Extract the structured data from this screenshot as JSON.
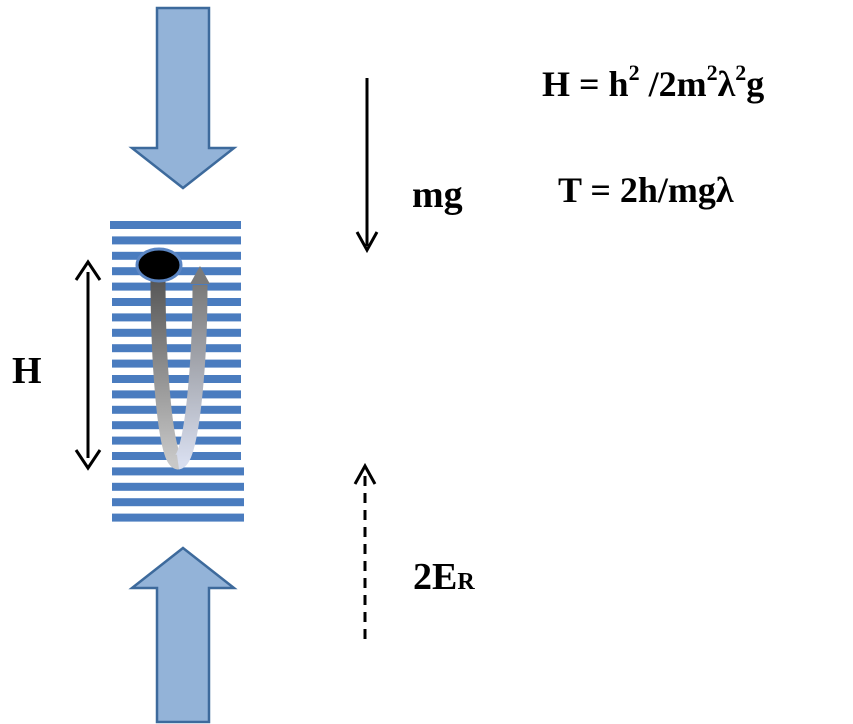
{
  "equations": {
    "height": {
      "lhs": "H",
      "eq": " = h",
      "exp1": "2",
      "mid1": " /2m",
      "exp2": "2",
      "mid2": "λ",
      "exp3": "2",
      "tail": "g"
    },
    "period": "T = 2h/mgλ"
  },
  "labels": {
    "gravity": "mg",
    "height": "H",
    "recoil_main": "2E",
    "recoil_sub": "R"
  },
  "colors": {
    "laser_arrow_fill": "#93b3d8",
    "laser_arrow_stroke": "#3d6a9c",
    "lattice": "#4a7cbf",
    "atom": "#000000",
    "atom_ring": "#5b86c4"
  }
}
